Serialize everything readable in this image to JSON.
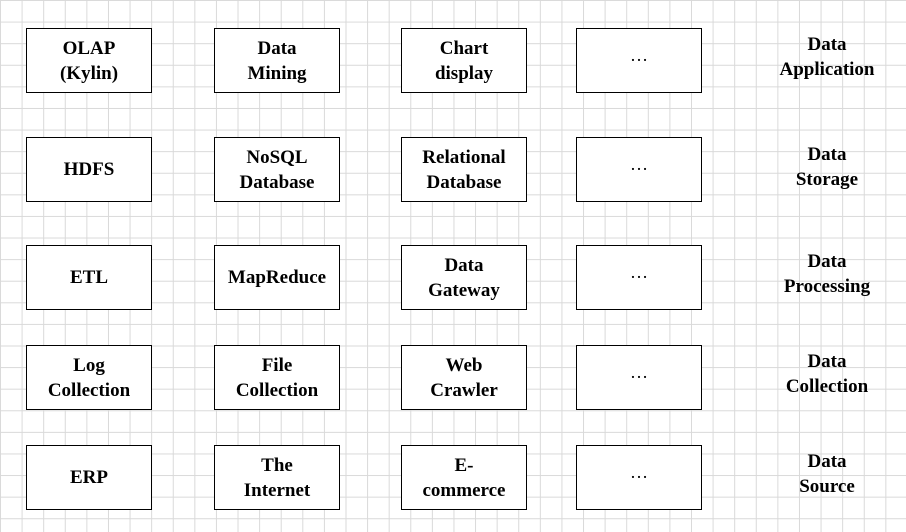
{
  "layers": [
    {
      "label": "Data\nApplication",
      "cells": [
        "OLAP\n(Kylin)",
        "Data\nMining",
        "Chart\ndisplay",
        "…"
      ]
    },
    {
      "label": "Data\nStorage",
      "cells": [
        "HDFS",
        "NoSQL\nDatabase",
        "Relational\nDatabase",
        "…"
      ]
    },
    {
      "label": "Data\nProcessing",
      "cells": [
        "ETL",
        "MapReduce",
        "Data\nGateway",
        "…"
      ]
    },
    {
      "label": "Data\nCollection",
      "cells": [
        "Log\nCollection",
        "File\nCollection",
        "Web\nCrawler",
        "…"
      ]
    },
    {
      "label": "Data\nSource",
      "cells": [
        "ERP",
        "The\nInternet",
        "E-\ncommerce",
        "…"
      ]
    }
  ]
}
